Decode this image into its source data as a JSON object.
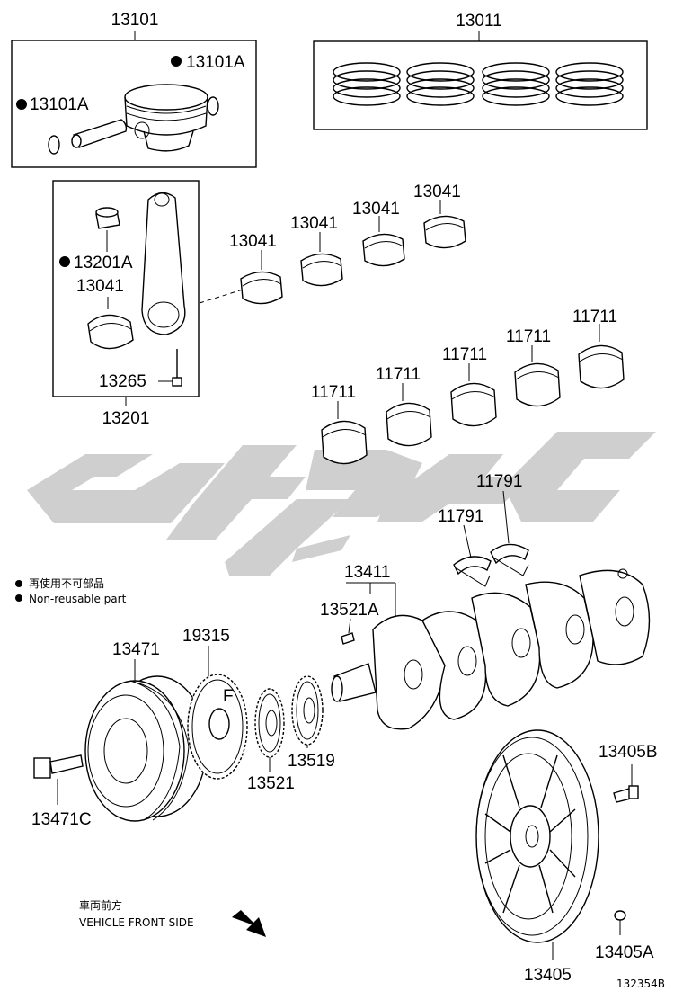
{
  "labels": {
    "p13101": "13101",
    "p13011": "13011",
    "p13101A_right": "13101A",
    "p13101A_left": "13101A",
    "p13041_1": "13041",
    "p13041_2": "13041",
    "p13041_3": "13041",
    "p13041_4": "13041",
    "p13041_rod": "13041",
    "p13201A": "13201A",
    "p13265": "13265",
    "p13201": "13201",
    "p11711_1": "11711",
    "p11711_2": "11711",
    "p11711_3": "11711",
    "p11711_4": "11711",
    "p11711_5": "11711",
    "p11791_1": "11791",
    "p11791_2": "11791",
    "p13411": "13411",
    "p13521A": "13521A",
    "p13471": "13471",
    "p19315": "19315",
    "p13521": "13521",
    "p13519": "13519",
    "p13471C": "13471C",
    "p13405B": "13405B",
    "p13405A": "13405A",
    "p13405": "13405"
  },
  "legend": {
    "line_ja": "再使用不可部品",
    "line_en": "Non-reusable part"
  },
  "direction": {
    "line_ja": "車両前方",
    "line_en": "VEHICLE FRONT SIDE"
  },
  "gear_mark": "F",
  "illustration_code": "132354B",
  "colors": {
    "ink": "#000000",
    "watermark": "#cfcfcf",
    "background": "#ffffff"
  }
}
